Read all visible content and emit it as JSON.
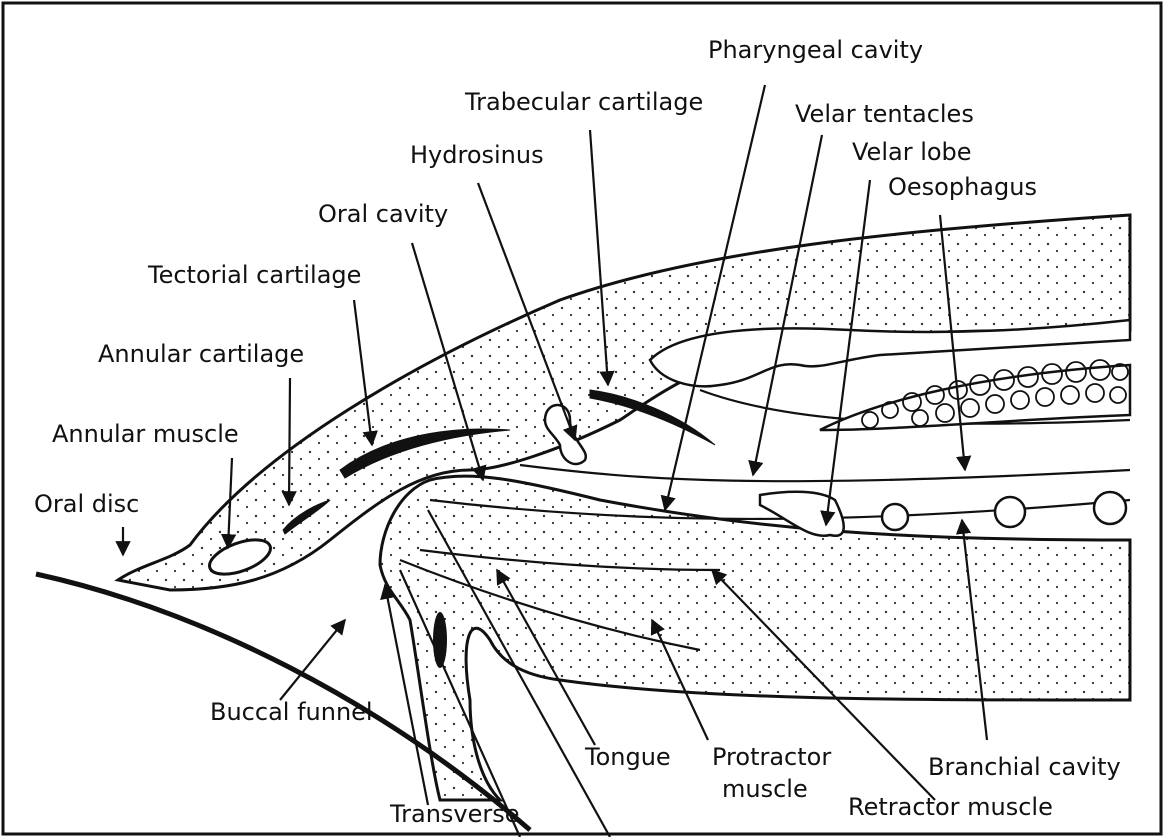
{
  "labels": {
    "pharyngeal_cavity": "Pharyngeal cavity",
    "trabecular_cartilage": "Trabecular cartilage",
    "velar_tentacles": "Velar tentacles",
    "velar_lobe": "Velar lobe",
    "hydrosinus": "Hydrosinus",
    "oesophagus": "Oesophagus",
    "oral_cavity": "Oral cavity",
    "tectorial_cartilage": "Tectorial cartilage",
    "annular_cartilage": "Annular cartilage",
    "annular_muscle": "Annular muscle",
    "oral_disc": "Oral disc",
    "buccal_funnel": "Buccal funnel",
    "tongue": "Tongue",
    "protractor_muscle_line1": "Protractor",
    "protractor_muscle_line2": "muscle",
    "branchial_cavity": "Branchial cavity",
    "retractor_muscle": "Retractor muscle",
    "transverse": "Transverse"
  }
}
